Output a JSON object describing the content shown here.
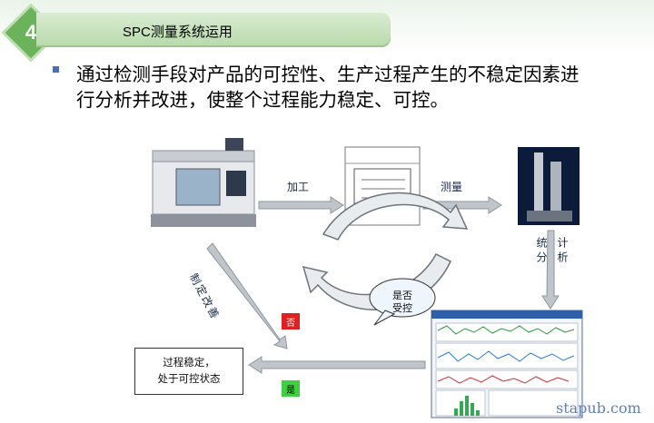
{
  "slide": {
    "number": "4",
    "title": "SPC测量系统运用",
    "bullet_line1": "通过检测手段对产品的可控性、生产过程产生的不稳定因素进",
    "bullet_line2": "行分析并改进，使整个过程能力稳定、可控。"
  },
  "diagram": {
    "label_machining": "加工",
    "label_measure": "测量",
    "label_stat_top": "统分",
    "label_stat_bottom": "计析",
    "label_improve": "制定改善",
    "bubble_question_line1": "是否",
    "bubble_question_line2": "受控",
    "tag_no": "否",
    "tag_yes": "是",
    "status_line1": "过程稳定，",
    "status_line2": "处于可控状态",
    "colors": {
      "no": "#e02020",
      "yes": "#3fd03f",
      "arrow": "#9aa3ad"
    }
  },
  "watermark": "stapub.com"
}
